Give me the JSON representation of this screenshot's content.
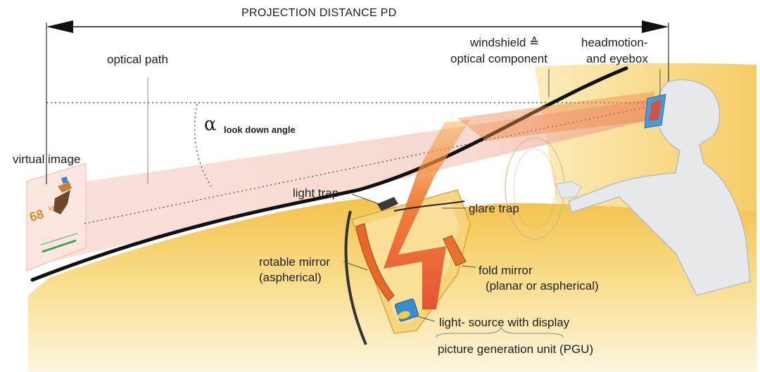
{
  "labels": {
    "projection_distance": "PROJECTION DISTANCE   PD",
    "optical_path": "optical path",
    "windshield_line1": "windshield  ≙",
    "windshield_line2": "optical component",
    "headmotion_line1": "headmotion-",
    "headmotion_line2": "and eyebox",
    "alpha_symbol": "α",
    "look_down_angle": "look down angle",
    "virtual_image": "virtual  image",
    "light_trap": "light trap",
    "glare_trap": "glare trap",
    "rotable_mirror_line1": "rotable mirror",
    "rotable_mirror_line2": "(aspherical)",
    "fold_mirror_line1": "fold mirror",
    "fold_mirror_line2": "(planar or aspherical)",
    "light_source": "light- source with display",
    "pgu": "picture generation unit (PGU)"
  },
  "colors": {
    "dashboard_yellow": "#f6d46a",
    "beam_orange": "#f08a3a",
    "beam_red": "#e3482a",
    "optical_path_pink": "#f4cfc4",
    "head_grey": "#e4e6e8",
    "eyebox_blue": "#4a98d6",
    "line_dark": "#111111"
  }
}
